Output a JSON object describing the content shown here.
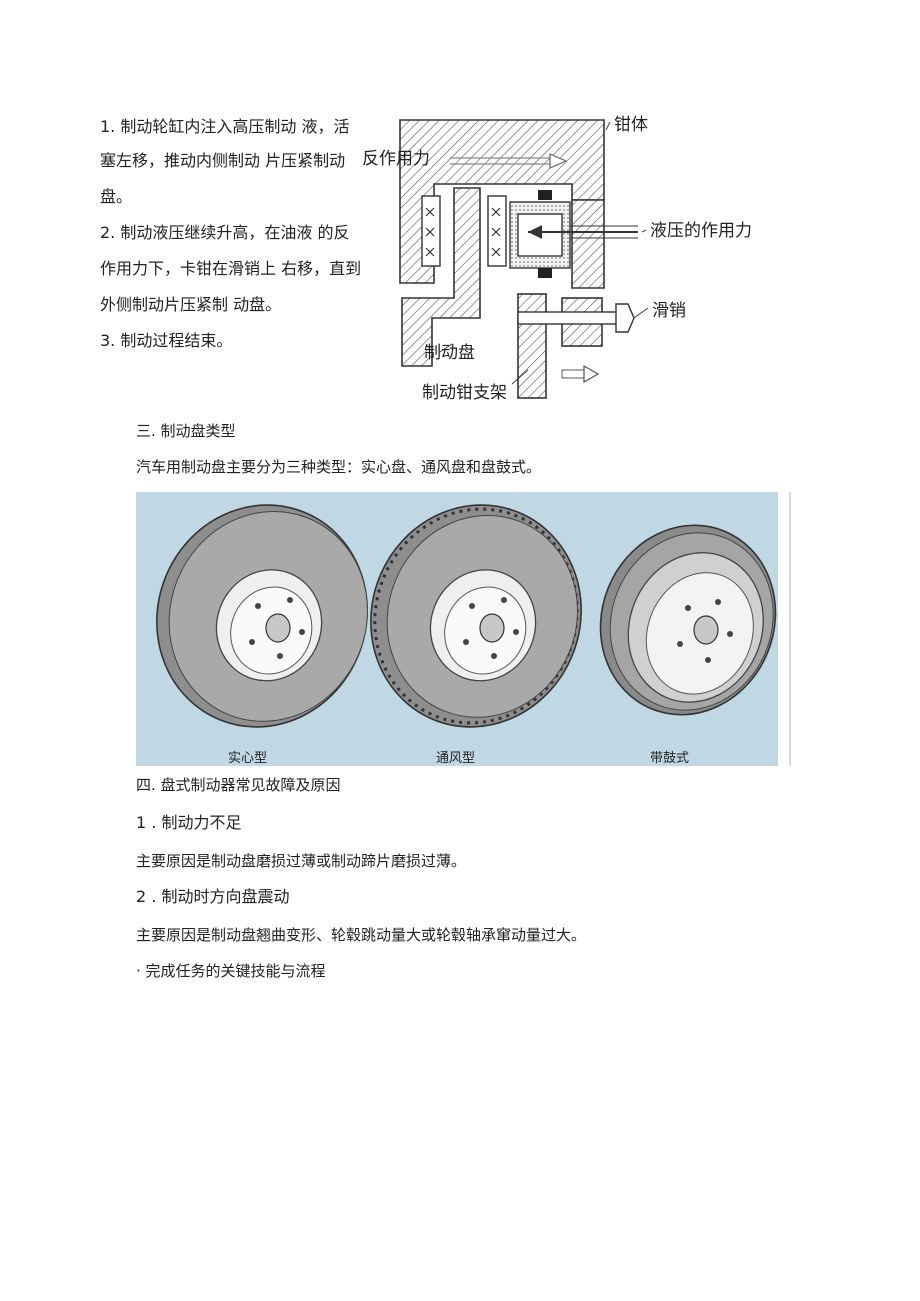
{
  "steps": [
    "1. 制动轮缸内注入高压制动 液，活",
    "塞左移，推动内侧制动 片压紧制动",
    "盘。",
    "2. 制动液压继续升高，在油液 的反",
    "作用力下，卡钳在滑销上 右移，直到",
    "外侧制动片压紧制 动盘。",
    "3. 制动过程结束。"
  ],
  "caliper_diagram": {
    "labels": {
      "caliper_body": "钳体",
      "reaction_force": "反作用力",
      "hydraulic_force": "液压的作用力",
      "slide_pin": "滑销",
      "brake_disc": "制动盘",
      "caliper_bracket": "制动钳支架"
    }
  },
  "section3": {
    "heading": "三. 制动盘类型",
    "intro": "汽车用制动盘主要分为三种类型：实心盘、通风盘和盘鼓式。"
  },
  "disc_types": {
    "background": "#bfd8e4",
    "captions": [
      "实心型",
      "通风型",
      "带鼓式"
    ]
  },
  "section4": {
    "heading": "四. 盘式制动器常见故障及原因",
    "fault1_title": "1  . 制动力不足",
    "fault1_cause": "主要原因是制动盘磨损过薄或制动蹄片磨损过薄。",
    "fault2_title": "2  . 制动时方向盘震动",
    "fault2_cause": "主要原因是制动盘翘曲变形、轮毂跳动量大或轮毂轴承窜动量过大。"
  },
  "bullet_item": "· 完成任务的关键技能与流程"
}
